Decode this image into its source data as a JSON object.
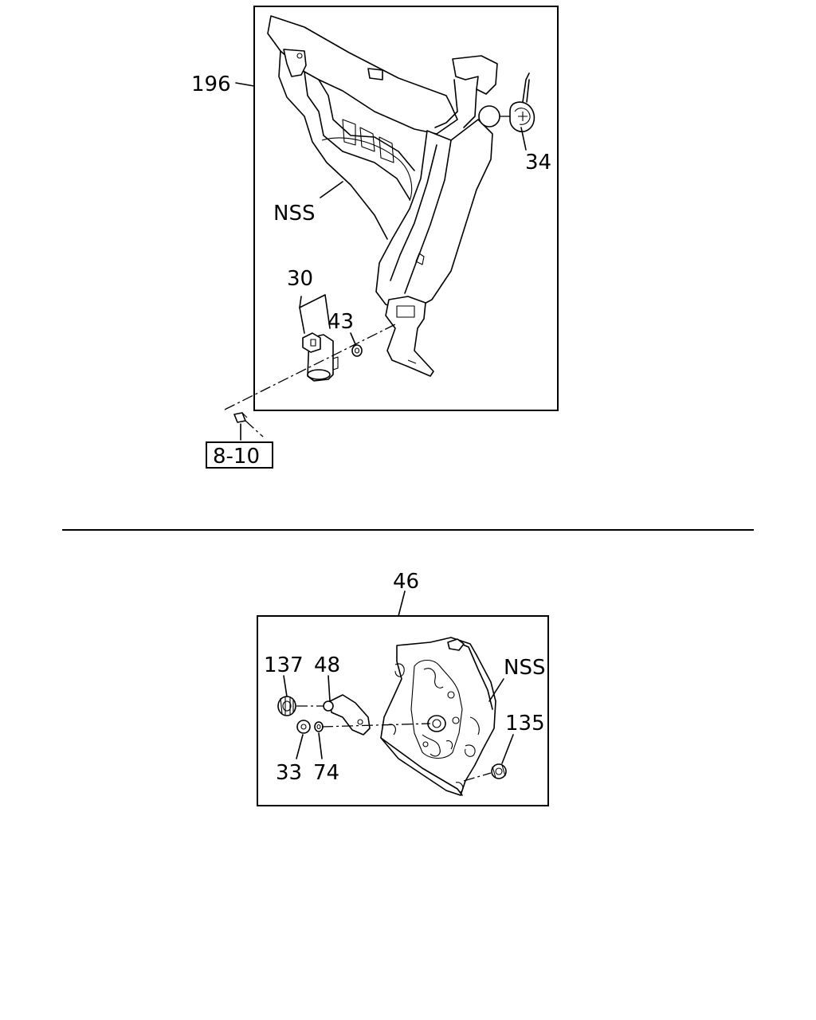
{
  "upper_view": {
    "callouts": {
      "p196": "196",
      "p34": "34",
      "nss": "NSS",
      "p30": "30",
      "p43": "43"
    },
    "reference": "8-10"
  },
  "lower_view": {
    "callouts": {
      "p46": "46",
      "p137": "137",
      "p48": "48",
      "nss": "NSS",
      "p135": "135",
      "p33": "33",
      "p74": "74"
    }
  }
}
